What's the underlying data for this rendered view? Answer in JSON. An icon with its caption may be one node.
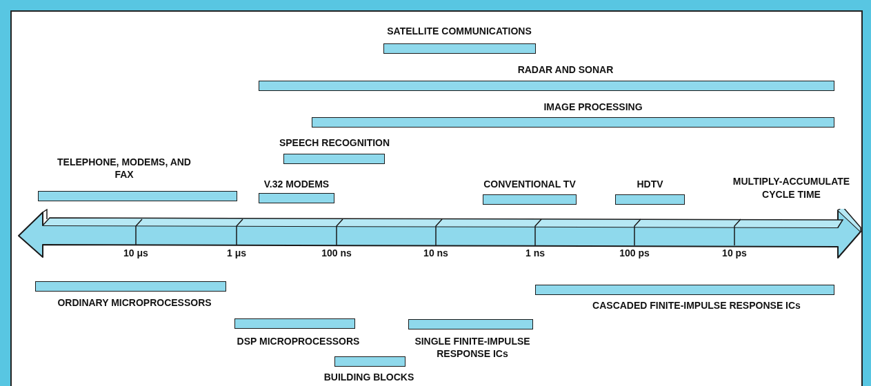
{
  "diagram": {
    "nodes": [
      {
        "text": [
          "SATELLITE COMMUNICATIONS"
        ]
      },
      {
        "text": [
          "RADAR AND SONAR"
        ]
      },
      {
        "text": [
          "IMAGE PROCESSING"
        ]
      },
      {
        "text": [
          "SPEECH RECOGNITION"
        ]
      },
      {
        "text": [
          "TELEPHONE, MODEMS, AND FAX"
        ]
      },
      {
        "text": [
          "V.32 MODEMS"
        ]
      },
      {
        "text": [
          "CONVENTIONAL TV"
        ]
      },
      {
        "text": [
          "HDTV"
        ]
      },
      {
        "text": [
          "ORDINARY MICROPROCESSORS"
        ]
      },
      {
        "text": [
          "CASCADED FINITE-IMPULSE RESPONSE ICs"
        ]
      },
      {
        "text": [
          "DSP MICROPROCESSORS"
        ]
      },
      {
        "text": [
          "SINGLE FINITE-IMPULSE RESPONSE ICs"
        ]
      },
      {
        "text": [
          "BUILDING BLOCKS"
        ]
      }
    ],
    "edges": [],
    "labels": [
      "MULTIPLY-ACCUMULATE CYCLE TIME",
      "10 μs",
      "1 μs",
      "100 ns",
      "10 ns",
      "1 ns",
      "100 ps",
      "10 ps"
    ]
  }
}
